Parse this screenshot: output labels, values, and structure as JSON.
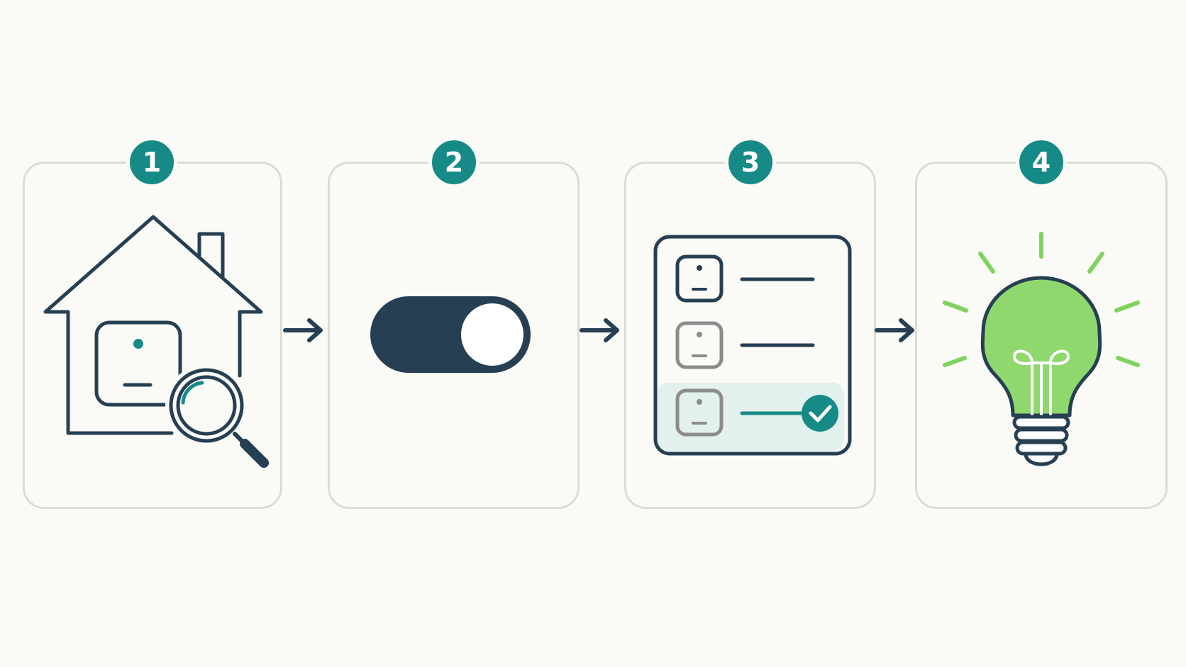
{
  "colors": {
    "background": "#fafaf7",
    "card_border": "#dcdcd6",
    "badge": "#168a86",
    "stroke": "#263f52",
    "muted": "#8c8c8c",
    "highlight_row": "#e3f1ee",
    "bulb_fill": "#8fd86e",
    "rays": "#7ed35e"
  },
  "steps": [
    {
      "number": "1",
      "icon": "house-search-icon"
    },
    {
      "number": "2",
      "icon": "toggle-switch-icon"
    },
    {
      "number": "3",
      "icon": "checklist-icon"
    },
    {
      "number": "4",
      "icon": "lightbulb-icon"
    }
  ],
  "connectors": [
    "arrow-right-icon",
    "arrow-right-icon",
    "arrow-right-icon"
  ]
}
